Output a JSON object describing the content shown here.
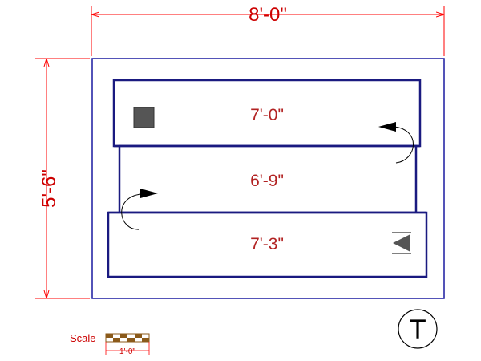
{
  "dimensions": {
    "width_label": "8'-0\"",
    "height_label": "5'-6\""
  },
  "segments": [
    {
      "label": "7'-0\""
    },
    {
      "label": "6'-9\""
    },
    {
      "label": "7'-3\""
    }
  ],
  "scale": {
    "label": "Scale",
    "unit_label": "1'-0\""
  },
  "tag": {
    "letter": "T"
  },
  "colors": {
    "dimension": "#ff0000",
    "dimension_text": "#cc0000",
    "outline": "#1a1aa0",
    "segment_outline": "#1a1a80",
    "segment_text": "#b22222",
    "marker": "#555555",
    "scale_dark": "#8b5a1a",
    "scale_light": "#ffffff"
  },
  "icons": {
    "start_marker": "square-marker-icon",
    "end_marker": "triangle-marker-icon",
    "turn_arrows": "curved-arrow-icon"
  }
}
